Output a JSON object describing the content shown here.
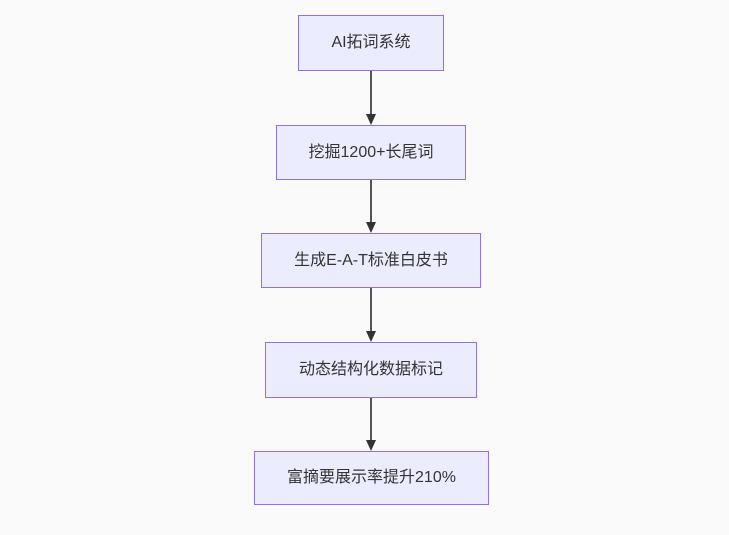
{
  "diagram": {
    "type": "flowchart-vertical",
    "nodes": [
      {
        "id": "n1",
        "label": "AI拓词系统"
      },
      {
        "id": "n2",
        "label": "挖掘1200+长尾词"
      },
      {
        "id": "n3",
        "label": "生成E-A-T标准白皮书"
      },
      {
        "id": "n4",
        "label": "动态结构化数据标记"
      },
      {
        "id": "n5",
        "label": "富摘要展示率提升210%"
      }
    ],
    "edges": [
      {
        "from": "n1",
        "to": "n2",
        "arrow": "down"
      },
      {
        "from": "n2",
        "to": "n3",
        "arrow": "down"
      },
      {
        "from": "n3",
        "to": "n4",
        "arrow": "down"
      },
      {
        "from": "n4",
        "to": "n5",
        "arrow": "down"
      }
    ]
  },
  "colors": {
    "background": "#fafafa",
    "node_fill": "#ececff",
    "node_border": "#9370db",
    "edge_line": "#555555",
    "edge_head": "#333333",
    "text": "#333333"
  }
}
